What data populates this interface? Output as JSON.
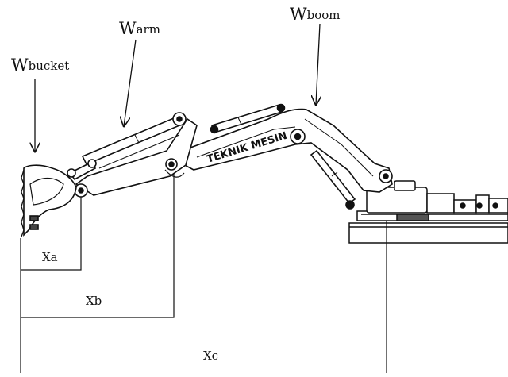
{
  "labels": {
    "w_bucket": {
      "base": "W",
      "sub": "bucket"
    },
    "w_arm": {
      "base": "W",
      "sub": "arm"
    },
    "w_boom": {
      "base": "W",
      "sub": "boom"
    },
    "xa": "Xa",
    "xb": "Xb",
    "xc": "Xc"
  },
  "machine_text": "TEKNIK MESIN",
  "colors": {
    "ink": "#111111",
    "background": "#ffffff"
  }
}
